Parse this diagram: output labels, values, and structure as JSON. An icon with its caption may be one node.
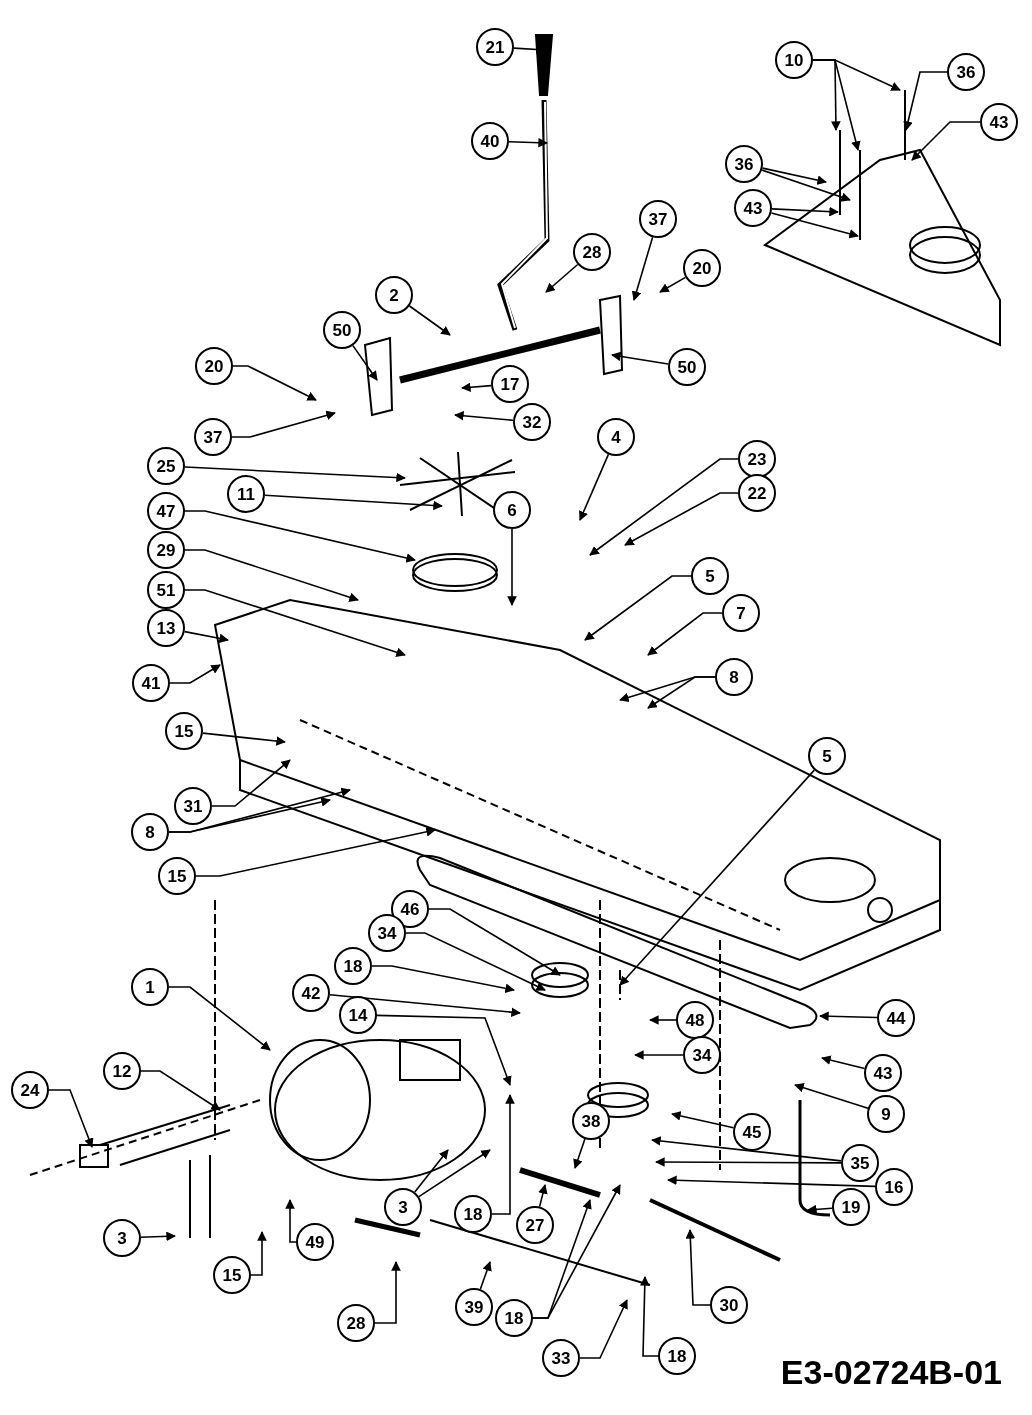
{
  "diagram": {
    "nodes": [
      {
        "text": [
          "21"
        ]
      },
      {
        "text": [
          "10"
        ]
      },
      {
        "text": [
          "36"
        ]
      },
      {
        "text": [
          "43"
        ]
      },
      {
        "text": [
          "40"
        ]
      },
      {
        "text": [
          "36"
        ]
      },
      {
        "text": [
          "43"
        ]
      },
      {
        "text": [
          "37"
        ]
      },
      {
        "text": [
          "28"
        ]
      },
      {
        "text": [
          "20"
        ]
      },
      {
        "text": [
          "2"
        ]
      },
      {
        "text": [
          "50"
        ]
      },
      {
        "text": [
          "50"
        ]
      },
      {
        "text": [
          "20"
        ]
      },
      {
        "text": [
          "17"
        ]
      },
      {
        "text": [
          "32"
        ]
      },
      {
        "text": [
          "37"
        ]
      },
      {
        "text": [
          "4"
        ]
      },
      {
        "text": [
          "23"
        ]
      },
      {
        "text": [
          "25"
        ]
      },
      {
        "text": [
          "22"
        ]
      },
      {
        "text": [
          "11"
        ]
      },
      {
        "text": [
          "6"
        ]
      },
      {
        "text": [
          "47"
        ]
      },
      {
        "text": [
          "29"
        ]
      },
      {
        "text": [
          "5"
        ]
      },
      {
        "text": [
          "51"
        ]
      },
      {
        "text": [
          "7"
        ]
      },
      {
        "text": [
          "13"
        ]
      },
      {
        "text": [
          "8"
        ]
      },
      {
        "text": [
          "41"
        ]
      },
      {
        "text": [
          "15"
        ]
      },
      {
        "text": [
          "5"
        ]
      },
      {
        "text": [
          "31"
        ]
      },
      {
        "text": [
          "8"
        ]
      },
      {
        "text": [
          "15"
        ]
      },
      {
        "text": [
          "46"
        ]
      },
      {
        "text": [
          "34"
        ]
      },
      {
        "text": [
          "18"
        ]
      },
      {
        "text": [
          "1"
        ]
      },
      {
        "text": [
          "42"
        ]
      },
      {
        "text": [
          "14"
        ]
      },
      {
        "text": [
          "44"
        ]
      },
      {
        "text": [
          "48"
        ]
      },
      {
        "text": [
          "34"
        ]
      },
      {
        "text": [
          "12"
        ]
      },
      {
        "text": [
          "43"
        ]
      },
      {
        "text": [
          "24"
        ]
      },
      {
        "text": [
          "9"
        ]
      },
      {
        "text": [
          "38"
        ]
      },
      {
        "text": [
          "45"
        ]
      },
      {
        "text": [
          "35"
        ]
      },
      {
        "text": [
          "16"
        ]
      },
      {
        "text": [
          "3"
        ]
      },
      {
        "text": [
          "19"
        ]
      },
      {
        "text": [
          "18"
        ]
      },
      {
        "text": [
          "27"
        ]
      },
      {
        "text": [
          "3"
        ]
      },
      {
        "text": [
          "49"
        ]
      },
      {
        "text": [
          "15"
        ]
      },
      {
        "text": [
          "30"
        ]
      },
      {
        "text": [
          "39"
        ]
      },
      {
        "text": [
          "18"
        ]
      },
      {
        "text": [
          "28"
        ]
      },
      {
        "text": [
          "18"
        ]
      },
      {
        "text": [
          "33"
        ]
      }
    ],
    "edges": [
      {
        "from": 0,
        "to": null,
        "arrow": "to"
      },
      {
        "from": 1,
        "to": null,
        "arrow": "to"
      },
      {
        "from": 1,
        "to": null,
        "arrow": "to"
      },
      {
        "from": 1,
        "to": null,
        "arrow": "to"
      },
      {
        "from": 2,
        "to": null,
        "arrow": "to"
      },
      {
        "from": 3,
        "to": null,
        "arrow": "to"
      },
      {
        "from": 4,
        "to": null,
        "arrow": "to"
      },
      {
        "from": 5,
        "to": null,
        "arrow": "to"
      },
      {
        "from": 5,
        "to": null,
        "arrow": "to"
      },
      {
        "from": 6,
        "to": null,
        "arrow": "to"
      },
      {
        "from": 6,
        "to": null,
        "arrow": "to"
      },
      {
        "from": 7,
        "to": null,
        "arrow": "to"
      },
      {
        "from": 8,
        "to": null,
        "arrow": "to"
      },
      {
        "from": 9,
        "to": null,
        "arrow": "to"
      },
      {
        "from": 10,
        "to": null,
        "arrow": "to"
      },
      {
        "from": 11,
        "to": null,
        "arrow": "to"
      },
      {
        "from": 12,
        "to": null,
        "arrow": "to"
      },
      {
        "from": 13,
        "to": null,
        "arrow": "to"
      },
      {
        "from": 14,
        "to": null,
        "arrow": "to"
      },
      {
        "from": 15,
        "to": null,
        "arrow": "to"
      },
      {
        "from": 16,
        "to": null,
        "arrow": "to"
      },
      {
        "from": 17,
        "to": null,
        "arrow": "to"
      },
      {
        "from": 18,
        "to": null,
        "arrow": "to"
      },
      {
        "from": 19,
        "to": null,
        "arrow": "to"
      },
      {
        "from": 20,
        "to": null,
        "arrow": "to"
      },
      {
        "from": 21,
        "to": null,
        "arrow": "to"
      },
      {
        "from": 22,
        "to": null,
        "arrow": "to"
      },
      {
        "from": 23,
        "to": null,
        "arrow": "to"
      },
      {
        "from": 24,
        "to": null,
        "arrow": "to"
      },
      {
        "from": 25,
        "to": null,
        "arrow": "to"
      },
      {
        "from": 26,
        "to": null,
        "arrow": "to"
      },
      {
        "from": 27,
        "to": null,
        "arrow": "to"
      },
      {
        "from": 28,
        "to": null,
        "arrow": "to"
      },
      {
        "from": 29,
        "to": null,
        "arrow": "to"
      },
      {
        "from": 29,
        "to": null,
        "arrow": "to"
      },
      {
        "from": 30,
        "to": null,
        "arrow": "to"
      },
      {
        "from": 31,
        "to": null,
        "arrow": "to"
      },
      {
        "from": 32,
        "to": null,
        "arrow": "to"
      },
      {
        "from": 33,
        "to": null,
        "arrow": "to"
      },
      {
        "from": 34,
        "to": null,
        "arrow": "to"
      },
      {
        "from": 34,
        "to": null,
        "arrow": "to"
      },
      {
        "from": 35,
        "to": null,
        "arrow": "to"
      },
      {
        "from": 36,
        "to": null,
        "arrow": "to"
      },
      {
        "from": 37,
        "to": null,
        "arrow": "to"
      },
      {
        "from": 38,
        "to": null,
        "arrow": "to"
      },
      {
        "from": 39,
        "to": null,
        "arrow": "to"
      },
      {
        "from": 40,
        "to": null,
        "arrow": "to"
      },
      {
        "from": 41,
        "to": null,
        "arrow": "to"
      },
      {
        "from": 42,
        "to": null,
        "arrow": "to"
      },
      {
        "from": 43,
        "to": null,
        "arrow": "to"
      },
      {
        "from": 44,
        "to": null,
        "arrow": "to"
      },
      {
        "from": 45,
        "to": null,
        "arrow": "to"
      },
      {
        "from": 46,
        "to": null,
        "arrow": "to"
      },
      {
        "from": 47,
        "to": null,
        "arrow": "to"
      },
      {
        "from": 48,
        "to": null,
        "arrow": "to"
      },
      {
        "from": 49,
        "to": null,
        "arrow": "to"
      },
      {
        "from": 50,
        "to": null,
        "arrow": "to"
      },
      {
        "from": 51,
        "to": null,
        "arrow": "to"
      },
      {
        "from": 51,
        "to": null,
        "arrow": "to"
      },
      {
        "from": 52,
        "to": null,
        "arrow": "to"
      },
      {
        "from": 53,
        "to": null,
        "arrow": "to"
      },
      {
        "from": 53,
        "to": null,
        "arrow": "to"
      },
      {
        "from": 54,
        "to": null,
        "arrow": "to"
      },
      {
        "from": 55,
        "to": null,
        "arrow": "to"
      },
      {
        "from": 56,
        "to": null,
        "arrow": "to"
      },
      {
        "from": 57,
        "to": null,
        "arrow": "to"
      },
      {
        "from": 58,
        "to": null,
        "arrow": "to"
      },
      {
        "from": 59,
        "to": null,
        "arrow": "to"
      },
      {
        "from": 60,
        "to": null,
        "arrow": "to"
      },
      {
        "from": 61,
        "to": null,
        "arrow": "to"
      },
      {
        "from": 62,
        "to": null,
        "arrow": "to"
      },
      {
        "from": 62,
        "to": null,
        "arrow": "to"
      },
      {
        "from": 63,
        "to": null,
        "arrow": "to"
      },
      {
        "from": 64,
        "to": null,
        "arrow": "to"
      },
      {
        "from": 65,
        "to": null,
        "arrow": "to"
      }
    ],
    "labels": [
      "E3-02724B-01"
    ]
  }
}
